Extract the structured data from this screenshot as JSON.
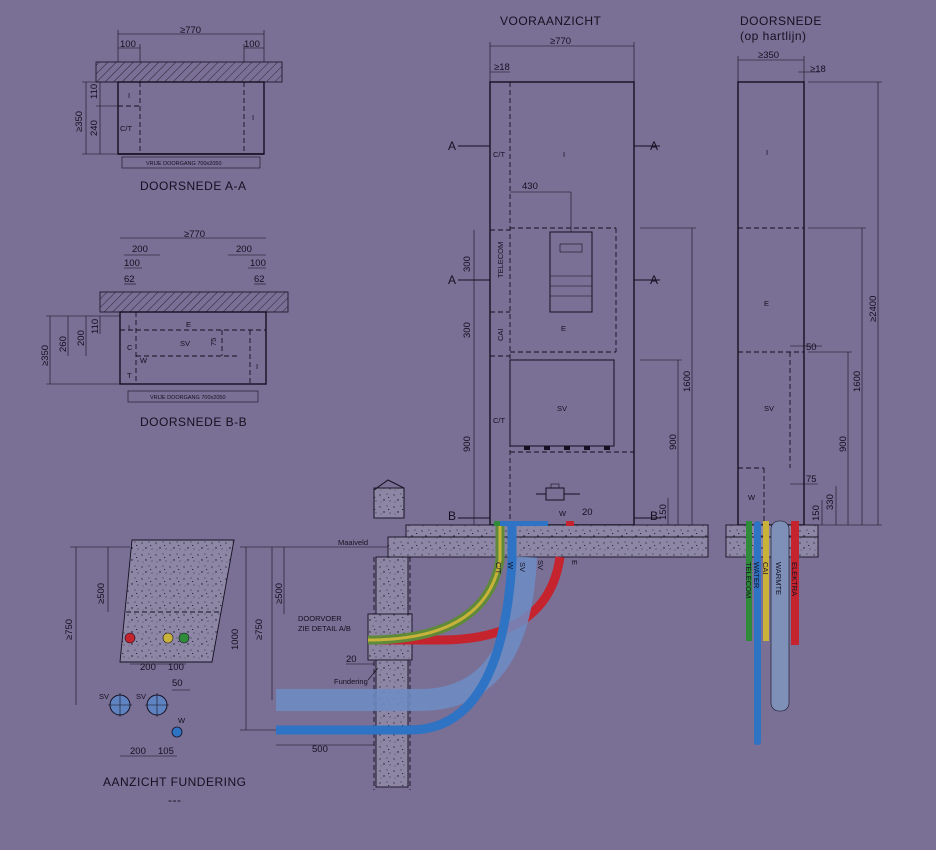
{
  "colors": {
    "background": "#7a6f94",
    "line": "#141021",
    "telecom": "#2f8a3a",
    "water": "#2e73c4",
    "cai": "#c9b23a",
    "warmte": "#7e8fb8",
    "elektra": "#c5242f",
    "sv_pipe": "#5f82c0"
  },
  "titles": {
    "section_aa": "DOORSNEDE A-A",
    "section_bb": "DOORSNEDE B-B",
    "front_view": "VOORAANZICHT",
    "cross_section": "DOORSNEDE",
    "cross_section_sub": "(op hartlijn)",
    "foundation_view": "AANZICHT FUNDERING",
    "foundation_sub": "---"
  },
  "section_aa": {
    "dims": [
      "≥770",
      "100",
      "100",
      "≥350",
      "110",
      "240"
    ],
    "labels": [
      "I",
      "C/T",
      "I"
    ],
    "passage": "VRIJE DOORGANG 700x2050"
  },
  "section_bb": {
    "dims": [
      "≥770",
      "200",
      "200",
      "100",
      "100",
      "62",
      "62",
      "≥350",
      "260",
      "200",
      "110"
    ],
    "labels": [
      "I",
      "E",
      "C",
      "SV",
      "75",
      "W",
      "T",
      "I"
    ],
    "passage": "VRIJE DOORGANG 700x2050"
  },
  "front_view": {
    "dims": [
      "≥770",
      "≥18",
      "430",
      "300",
      "300",
      "900",
      "1600",
      "900",
      "150",
      "20"
    ],
    "zones": [
      "I",
      "E",
      "SV",
      "C/T",
      "C/T",
      "TELECOM",
      "CAI",
      "W"
    ],
    "section_marks": [
      "A",
      "A",
      "A",
      "A",
      "B",
      "B"
    ],
    "ground_label": "Maaiveld",
    "feedthrough": "DOORVOER",
    "feedthrough_detail": "ZIE DETAIL A/B",
    "foundation": "Fundering",
    "dims_bottom": [
      "≥500",
      "≥750",
      "1000",
      "20",
      "500"
    ],
    "pipe_labels": [
      "W",
      "SV",
      "SV",
      "E",
      "C/T"
    ]
  },
  "cross_section": {
    "dims": [
      "≥350",
      "≥18",
      "50",
      "75",
      "330",
      "150",
      "≥2400",
      "1600",
      "900"
    ],
    "zones": [
      "I",
      "E",
      "SV",
      "W"
    ],
    "pipe_labels": [
      "TELECOM",
      "WATER",
      "CAI",
      "WARMTE",
      "ELEKTRA"
    ]
  },
  "foundation_view": {
    "dims": [
      "≥500",
      "≥750",
      "200",
      "100",
      "50",
      "200",
      "105"
    ],
    "labels": [
      "SV",
      "SV",
      "W"
    ]
  }
}
